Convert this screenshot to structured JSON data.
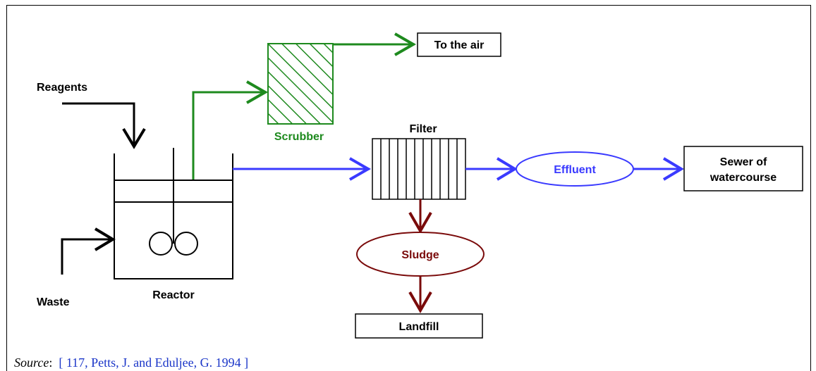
{
  "diagram": {
    "labels": {
      "reagents": "Reagents",
      "waste": "Waste",
      "reactor": "Reactor",
      "scrubber": "Scrubber",
      "to_the_air": "To the air",
      "filter": "Filter",
      "effluent": "Effluent",
      "sewer_line1": "Sewer of",
      "sewer_line2": "watercourse",
      "sludge": "Sludge",
      "landfill": "Landfill"
    },
    "colors": {
      "gas_path": "#1e8a1e",
      "liquid_path": "#3a3aff",
      "solid_path": "#7a0a0a",
      "outline": "#000000"
    }
  },
  "source": {
    "prefix": "Source",
    "separator": ":",
    "reference": "[ 117, Petts, J. and Eduljee, G. 1994 ]"
  }
}
